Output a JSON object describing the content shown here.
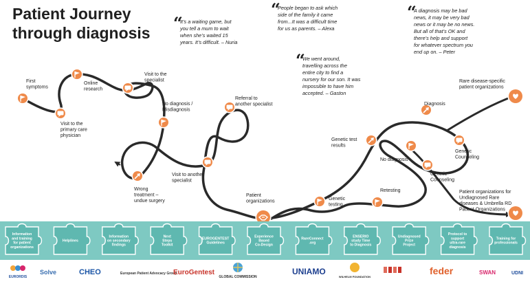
{
  "title": [
    "Patient Journey",
    "through diagnosis"
  ],
  "colors": {
    "path": "#2a2a2a",
    "marker": "#ef8a4a",
    "marker_ring": "#ffffff",
    "band": "#7ec9c2",
    "piece": "#5fb8b0",
    "piece_border": "#ffffff"
  },
  "quotes": [
    [
      "It’s a waiting game, but",
      "you tell a mum to wait",
      "when she’s waited 15",
      "years. It’s difficult. – Nuria"
    ],
    [
      "People began to ask which",
      "side of the family it came",
      "from...It was a difficult time",
      "for us as parents. – Alexa"
    ],
    [
      "We went around,",
      "travelling across the",
      "entire city to find a",
      "nursery for our son. It was",
      "impossible to have him",
      "accepted. – Gaston"
    ],
    [
      "A diagnosis may be bad",
      "news, it may be very bad",
      "news or it may be no news.",
      "But all of that’s OK and",
      "there’s help and support",
      "for whatever spectrum you",
      "end up on. – Peter"
    ]
  ],
  "stages": [
    {
      "icon": "flag-icon",
      "lines": [
        "First",
        "symptoms"
      ]
    },
    {
      "icon": "chat-icon",
      "lines": [
        "Visit to the",
        "primary care",
        "physician"
      ]
    },
    {
      "icon": "flag-icon",
      "lines": [
        "Online",
        "research"
      ]
    },
    {
      "icon": "chat-icon",
      "lines": [
        "Visit to the",
        "specialist"
      ]
    },
    {
      "icon": "flag-icon",
      "lines": [
        "No diagnosis /",
        "Misdiagnosis"
      ]
    },
    {
      "icon": "arrow-icon",
      "lines": [
        "Wrong",
        "treatment –",
        "undue surgery"
      ]
    },
    {
      "icon": "chat-icon",
      "lines": [
        "Visit to another",
        "specialist"
      ]
    },
    {
      "icon": "chat-icon",
      "lines": [
        "Referral to",
        "another specialist"
      ]
    },
    {
      "icon": "handshake-icon",
      "lines": [
        "Patient",
        "organizations"
      ]
    },
    {
      "icon": "flag-icon",
      "lines": [
        "Genetic",
        "testing"
      ]
    },
    {
      "icon": "arrow-icon",
      "lines": [
        "Genetic test",
        "results"
      ]
    },
    {
      "icon": "flag-icon",
      "lines": [
        "No diagnosis"
      ]
    },
    {
      "icon": "chat-icon",
      "lines": [
        "Genetic",
        "Counseling"
      ]
    },
    {
      "icon": "flag-icon",
      "lines": [
        "Retesting"
      ]
    },
    {
      "icon": "arrow-icon",
      "lines": [
        "Diagnosis"
      ]
    },
    {
      "icon": "chat-icon",
      "lines": [
        "Genetic",
        "Counseling"
      ]
    },
    {
      "icon": "heart-icon",
      "lines": [
        "Rare disease-specific",
        "patient organizations"
      ]
    },
    {
      "icon": "heart-icon",
      "lines": [
        "Patient organizations for",
        "Undiagnosed Rare",
        "diseases & Umbrella RD",
        "Patient Organizations"
      ]
    }
  ],
  "resources": [
    [
      "Information",
      "and training",
      "for patient",
      "organizations"
    ],
    [
      "Helplines"
    ],
    [
      "Information",
      "on secondary",
      "findings"
    ],
    [
      "Next",
      "Steps",
      "Toolkit"
    ],
    [
      "EUROGENTEST",
      "Guidelines"
    ],
    [
      "Experience",
      "Based",
      "Co-Design"
    ],
    [
      "RareConnect",
      ".org"
    ],
    [
      "ENSERIO",
      "study Time",
      "to Diagnosis"
    ],
    [
      "Undiagnosed",
      "Prize",
      "Project"
    ],
    [
      "Protocol to",
      "support",
      "ultra-rare",
      "diagnosis"
    ],
    [
      "Training for",
      "professionals"
    ]
  ],
  "logos": [
    {
      "text": "EURORDIS",
      "color": "#1f4e9c"
    },
    {
      "text": "Solve",
      "color": "#3a6fb0"
    },
    {
      "text": "CHEO",
      "color": "#1b55a6"
    },
    {
      "text": "European Patient Advocacy Group",
      "color": "#333333"
    },
    {
      "text": "EuroGentest",
      "color": "#c8332a"
    },
    {
      "text": "GLOBAL COMMISSION",
      "color": "#2b2b2b"
    },
    {
      "text": "UNIAMO",
      "color": "#1d3f8f"
    },
    {
      "text": "WILHELM FOUNDATION",
      "color": "#222222"
    },
    {
      "text": "",
      "color": "#c8332a"
    },
    {
      "text": "feder",
      "color": "#e0602b"
    },
    {
      "text": "SWAN",
      "color": "#d8266b"
    },
    {
      "text": "UDNI",
      "color": "#1f4e9c"
    }
  ]
}
